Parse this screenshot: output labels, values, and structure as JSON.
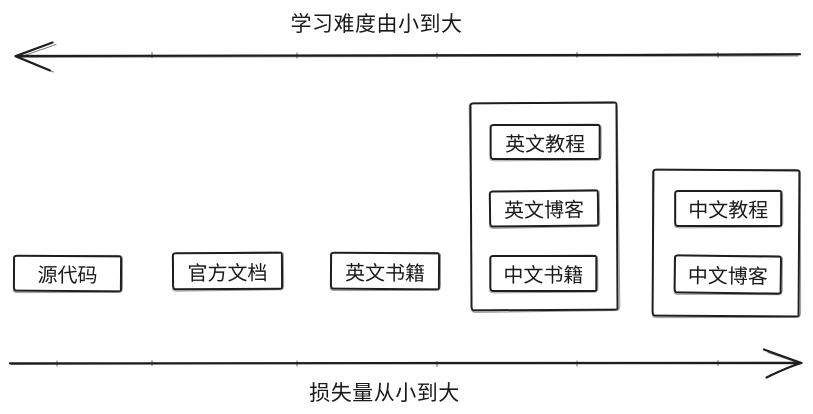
{
  "meta": {
    "style": "hand-drawn-sketch",
    "background_color": "#ffffff",
    "stroke_color": "#1e1e1e",
    "text_color": "#1a1a1a"
  },
  "axes": {
    "top": {
      "label": "学习难度由小到大",
      "arrow_direction": "left"
    },
    "bottom": {
      "label": "损失量从小到大",
      "arrow_direction": "right"
    }
  },
  "nodes": [
    {
      "label": "源代码"
    },
    {
      "label": "官方文档"
    },
    {
      "label": "英文书籍"
    }
  ],
  "groups": [
    {
      "items": [
        {
          "label": "英文教程"
        },
        {
          "label": "英文博客"
        },
        {
          "label": "中文书籍"
        }
      ]
    },
    {
      "items": [
        {
          "label": "中文教程"
        },
        {
          "label": "中文博客"
        }
      ]
    }
  ]
}
